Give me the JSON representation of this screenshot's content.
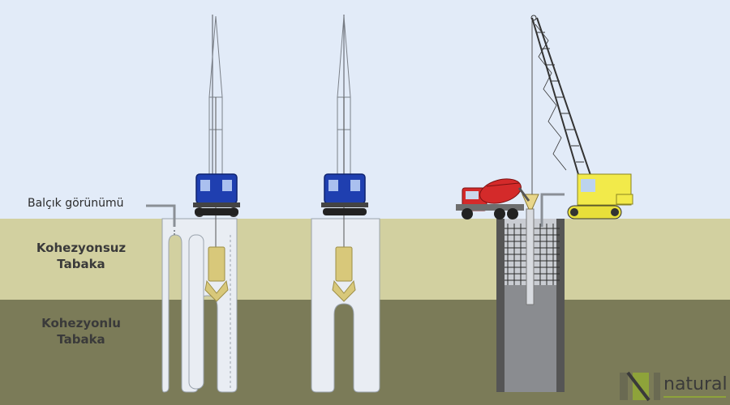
{
  "labels": {
    "slurry_view": "Balçık görünümü",
    "cohesionless_layer_line1": "Kohezyonsuz",
    "cohesionless_layer_line2": "Tabaka",
    "cohesive_layer_line1": "Kohezyonlu",
    "cohesive_layer_line2": "Tabaka"
  },
  "logo": {
    "text": "natural"
  },
  "colors": {
    "sky": "#e2ebf8",
    "cohesionless_soil": "#d2d0a0",
    "cohesive_soil": "#7a7a58",
    "trench": "#e9edf3",
    "rig_blue": "#1f3fb0",
    "truck_red": "#d42a2a",
    "crane_yellow": "#f2ea4a",
    "concrete": "#8a8c90",
    "grab_bucket": "#d8c87a"
  },
  "icons": [
    "drilling-rig-icon",
    "mixer-truck-icon",
    "crawler-crane-icon",
    "grab-bucket-icon",
    "rebar-cage-icon",
    "tremie-pipe-icon",
    "natural-logo-icon"
  ]
}
